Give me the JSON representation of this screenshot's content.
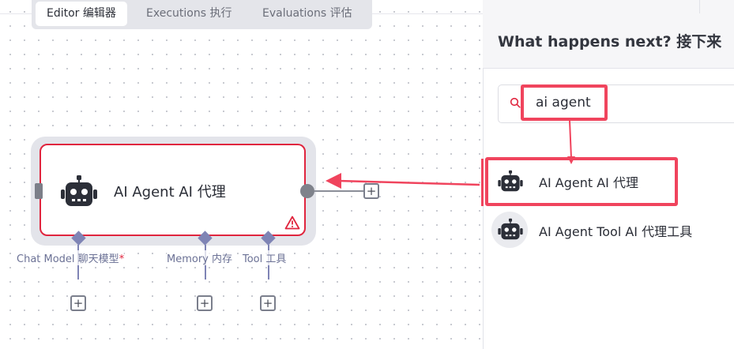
{
  "tabs": [
    {
      "label": "Editor  编辑器",
      "active": true
    },
    {
      "label": "Executions  执行",
      "active": false
    },
    {
      "label": "Evaluations  评估",
      "active": false
    }
  ],
  "node": {
    "title": "AI Agent  AI 代理",
    "icon": "robot-icon",
    "status_icon": "warning-icon",
    "sub_connections": [
      {
        "label": "Chat Model  聊天模型",
        "required_mark": "*"
      },
      {
        "label": "Memory  内存",
        "required_mark": ""
      },
      {
        "label": "Tool  工具",
        "required_mark": ""
      }
    ],
    "add_label": "+"
  },
  "panel": {
    "title": "What happens next?  接下来",
    "search": {
      "value": "ai agent",
      "icon": "search-icon"
    },
    "results": [
      {
        "label": "AI Agent  AI 代理",
        "icon": "robot-icon",
        "highlighted": true
      },
      {
        "label": "AI Agent Tool  AI 代理工具",
        "icon": "robot-icon",
        "highlighted": false
      }
    ]
  },
  "colors": {
    "annotation": "#f0445d",
    "node_border": "#e0253e",
    "sub_connector": "#7f84b5",
    "canvas_dots": "#c4c6cd"
  }
}
